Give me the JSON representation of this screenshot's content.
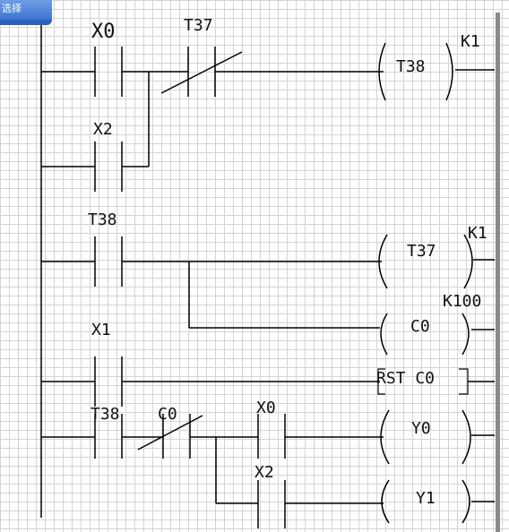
{
  "tab": {
    "label": "选择"
  },
  "contacts": {
    "x0_main": "X0",
    "t37_nc": "T37",
    "x2_branch": "X2",
    "t38_timer_enable": "T38",
    "x1_reset": "X1",
    "t38_output": "T38",
    "c0_nc": "C0",
    "x0_y0": "X0",
    "x2_y1": "X2"
  },
  "coils": {
    "t38": "T38",
    "t37": "T37",
    "c0": "C0",
    "rst": "RST C0",
    "y0": "Y0",
    "y1": "Y1"
  },
  "settings": {
    "k1_t38": "K1",
    "k1_t37": "K1",
    "k100_c0": "K100"
  }
}
